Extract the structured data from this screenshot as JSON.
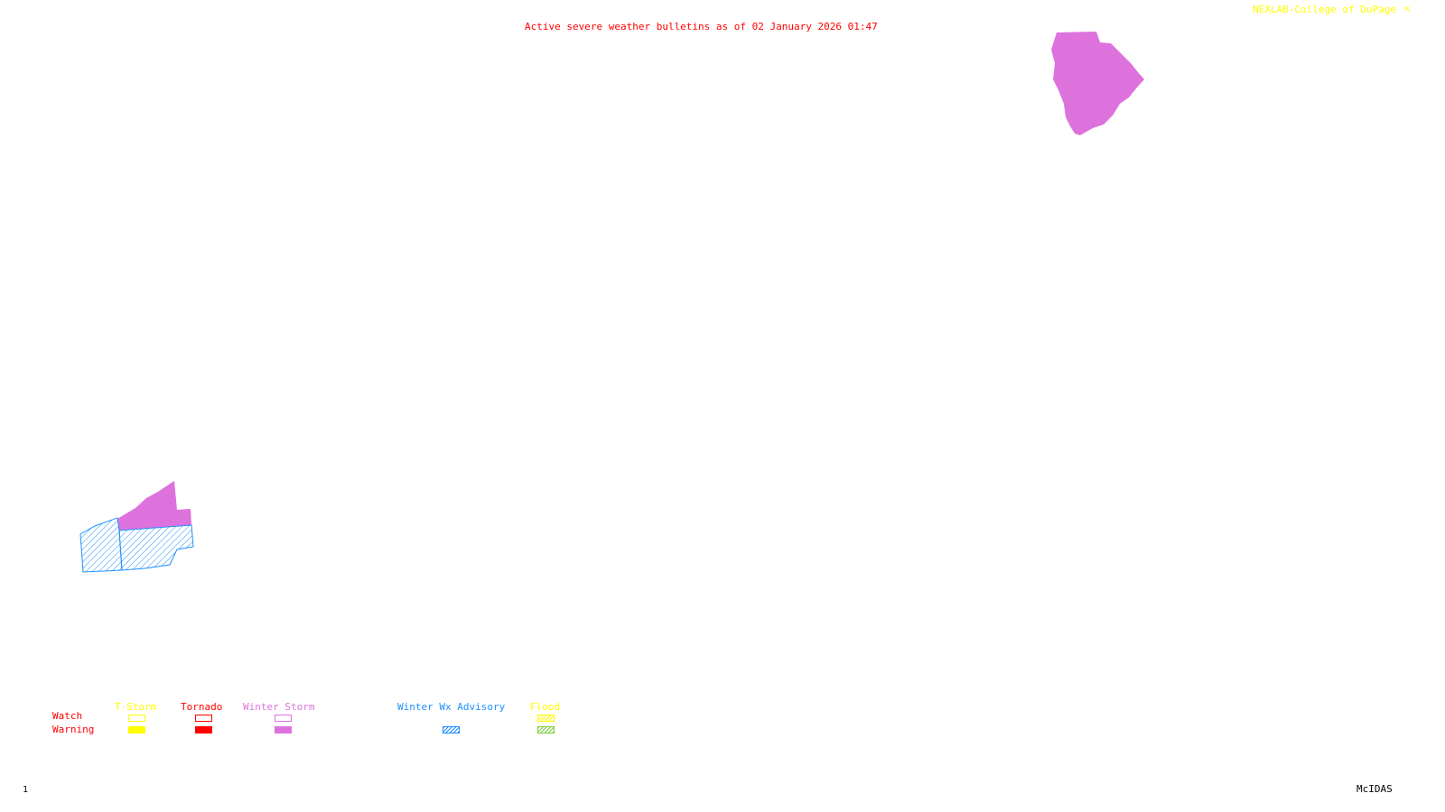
{
  "title": "Active severe weather bulletins as of 02 January 2026 01:47",
  "credit": "NEXLAB-College of DuPage",
  "frame_number": "1",
  "software": "McIDAS",
  "colors": {
    "title": "#ff0000",
    "credit": "#ffff00",
    "tstorm": "#ffff00",
    "tornado": "#ff0000",
    "winter_storm": "#dd72dd",
    "winter_wx_advisory": "#1e90ff",
    "flood_watch": "#ffff00",
    "flood_warning": "#7ccd3c"
  },
  "legend": {
    "row_labels": {
      "watch": "Watch",
      "warning": "Warning"
    },
    "columns": [
      {
        "label": "T-Storm",
        "watch": "outline",
        "warning": "filled"
      },
      {
        "label": "Tornado",
        "watch": "outline",
        "warning": "filled"
      },
      {
        "label": "Winter Storm",
        "watch": "outline",
        "warning": "filled"
      },
      {
        "label": "Winter Wx Advisory",
        "watch": "none",
        "warning": "hatched"
      },
      {
        "label": "Flood",
        "watch": "hatched",
        "warning": "hatched"
      }
    ]
  },
  "active_areas": [
    {
      "type": "Winter Storm Warning",
      "region": "northeast"
    },
    {
      "type": "Winter Storm Warning",
      "region": "southwest"
    },
    {
      "type": "Winter Wx Advisory",
      "region": "southwest"
    }
  ]
}
